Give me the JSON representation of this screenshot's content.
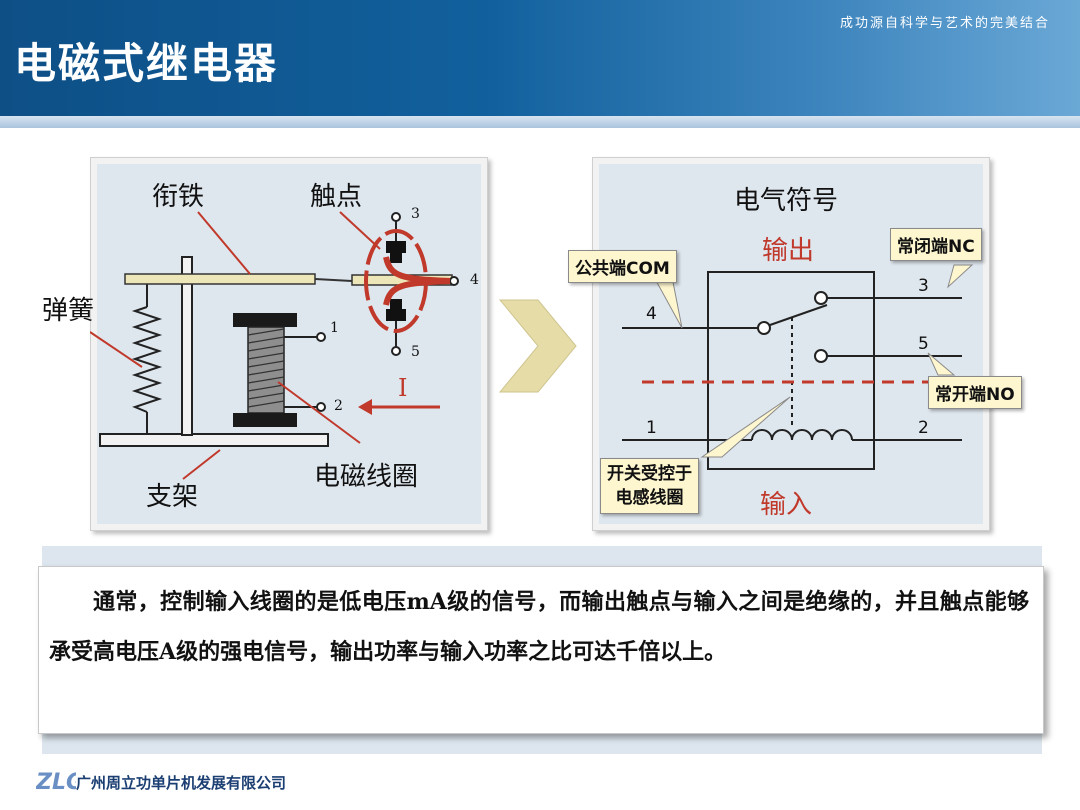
{
  "header": {
    "title": "电磁式继电器",
    "slogan": "成功源自科学与艺术的完美结合"
  },
  "left_diagram": {
    "label_armature": "衔铁",
    "label_contact": "触点",
    "label_spring": "弹簧",
    "label_bracket": "支架",
    "label_coil": "电磁线圈",
    "current_label": "I",
    "terminals": [
      "1",
      "2",
      "3",
      "4",
      "5"
    ]
  },
  "right_diagram": {
    "title": "电气符号",
    "output_label": "输出",
    "input_label": "输入",
    "callout_com": "公共端COM",
    "callout_nc": "常闭端NC",
    "callout_no": "常开端NO",
    "callout_switch_line1": "开关受控于",
    "callout_switch_line2": "电感线圈",
    "pins": {
      "p4": "4",
      "p3": "3",
      "p5": "5",
      "p1": "1",
      "p2": "2"
    }
  },
  "body_text": "通常，控制输入线圈的是低电压mA级的信号，而输出触点与输入之间是绝缘的，并且触点能够承受高电压A级的强电信号，输出功率与输入功率之比可达千倍以上。",
  "footer": {
    "logo_text": "ZLG",
    "company": "广州周立功单片机发展有限公司"
  },
  "colors": {
    "header_blue": "#11609d",
    "highlight_red": "#c0392b",
    "callout_yellow": "#fdf6cf",
    "arrow_gold": "#e6dca8"
  }
}
